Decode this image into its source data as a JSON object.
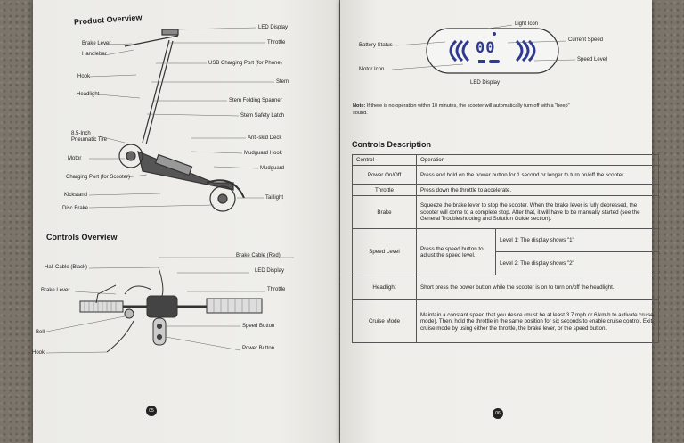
{
  "left_page": {
    "product_overview": {
      "title": "Product Overview",
      "labels_left": [
        "Brake Lever",
        "Handlebar",
        "Hook",
        "Headlight",
        "8.5-Inch Pneumatic Tire",
        "Motor",
        "Charging Port (for Scooter)",
        "Kickstand",
        "Disc Brake"
      ],
      "labels_right": [
        "LED Display",
        "Throttle",
        "USB Charging Port (for Phone)",
        "Stem",
        "Stem Folding Spanner",
        "Stem Safety Latch",
        "Anti-skid Deck",
        "Mudguard Hook",
        "Mudguard",
        "Taillight"
      ]
    },
    "controls_overview": {
      "title": "Controls Overview",
      "labels_left": [
        "Hall Cable (Black)",
        "Brake Lever",
        "Bell",
        "Hook"
      ],
      "labels_right": [
        "Brake Cable (Red)",
        "LED Display",
        "Throttle",
        "Speed Button",
        "Power Button"
      ]
    },
    "page_number": "05"
  },
  "right_page": {
    "led": {
      "light_icon": "Light Icon",
      "battery_status": "Battery Status",
      "current_speed": "Current Speed",
      "speed_level": "Speed Level",
      "motor_icon": "Motor Icon",
      "caption": "LED Display",
      "digits": "00"
    },
    "note": {
      "label": "Note:",
      "text": "If there is no operation within 10 minutes, the scooter will automatically turn off with a \"beep\"",
      "text2": "sound."
    },
    "controls_description": {
      "title": "Controls Description",
      "header": [
        "Control",
        "Operation"
      ],
      "rows": [
        {
          "control": "Power On/Off",
          "operation": "Press and hold on the power button for 1 second or longer to turn on/off the scooter."
        },
        {
          "control": "Throttle",
          "operation": "Press down the throttle to accelerate."
        },
        {
          "control": "Brake",
          "operation": "Squeeze the brake lever to stop the scooter. When the brake lever is fully depressed, the scooter will come to a complete stop. After that, it will have to be manually started (see the General Troubleshooting and Solution Guide section)."
        },
        {
          "control": "Speed Level",
          "operation": "Press the speed button to adjust the speed level.",
          "level1": "Level 1: The display shows \"1\"",
          "level2": "Level 2: The display shows \"2\""
        },
        {
          "control": "Headlight",
          "operation": "Short press the power button while the scooter is on to turn on/off the headlight."
        },
        {
          "control": "Cruise Mode",
          "operation": "Maintain a constant speed that you desire (must be at least 3.7 mph or 6 km/h to activate cruise mode). Then, hold the throttle in the same position for six seconds to enable cruise control. Exit cruise mode by using either the throttle, the brake lever, or the speed button."
        }
      ]
    },
    "page_number": "06"
  },
  "colors": {
    "paper": "#eeede9",
    "ink": "#222222",
    "led_blue": "#2f3a8f"
  }
}
